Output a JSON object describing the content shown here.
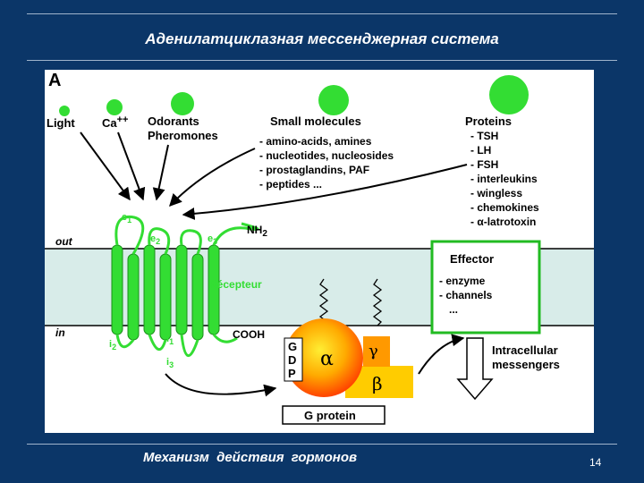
{
  "slide": {
    "title": "Аденилатциклазная мессенджерная система",
    "footer": "Механизм  действия  гормонов",
    "page_number": "14"
  },
  "colors": {
    "background": "#0b3668",
    "receptor_green": "#33dd33",
    "membrane_band": "#d8ece9",
    "g_alpha_orange": "#ff9900",
    "g_beta_yellow": "#ffcc00",
    "outline_green": "#22bb22",
    "arrow_black": "#000000"
  },
  "diagram": {
    "panel_label": "A",
    "ligands": {
      "light": "Light",
      "ca": "Ca",
      "ca_charge": "++",
      "odorants": "Odorants",
      "pheromones": "Pheromones",
      "small_molecules": {
        "title": "Small molecules",
        "items": [
          "- amino-acids, amines",
          "- nucleotides, nucleosides",
          "- prostaglandins, PAF",
          "- peptides ..."
        ]
      },
      "proteins": {
        "title": "Proteins",
        "items": [
          "- TSH",
          "- LH",
          "- FSH",
          "- interleukins",
          "- wingless",
          "- chemokines",
          "- α-latrotoxin"
        ]
      }
    },
    "membrane": {
      "out_label": "out",
      "in_label": "in"
    },
    "receptor": {
      "label": "Récepteur",
      "nh2": "NH",
      "nh2_sub": "2",
      "cooh": "COOH",
      "loops": {
        "e1": "e",
        "e1_sub": "1",
        "e2": "e",
        "e2_sub": "2",
        "e3": "e",
        "e3_sub": "3",
        "i1": "i",
        "i1_sub": "1",
        "i2": "i",
        "i2_sub": "2",
        "i3": "i",
        "i3_sub": "3"
      }
    },
    "effector": {
      "title": "Effector",
      "items": [
        "- enzyme",
        "- channels",
        "..."
      ]
    },
    "g_protein": {
      "label": "G protein",
      "gdp": [
        "G",
        "D",
        "P"
      ],
      "alpha": "α",
      "beta": "β",
      "gamma": "γ"
    },
    "intracellular": [
      "Intracellular",
      "messengers"
    ]
  }
}
